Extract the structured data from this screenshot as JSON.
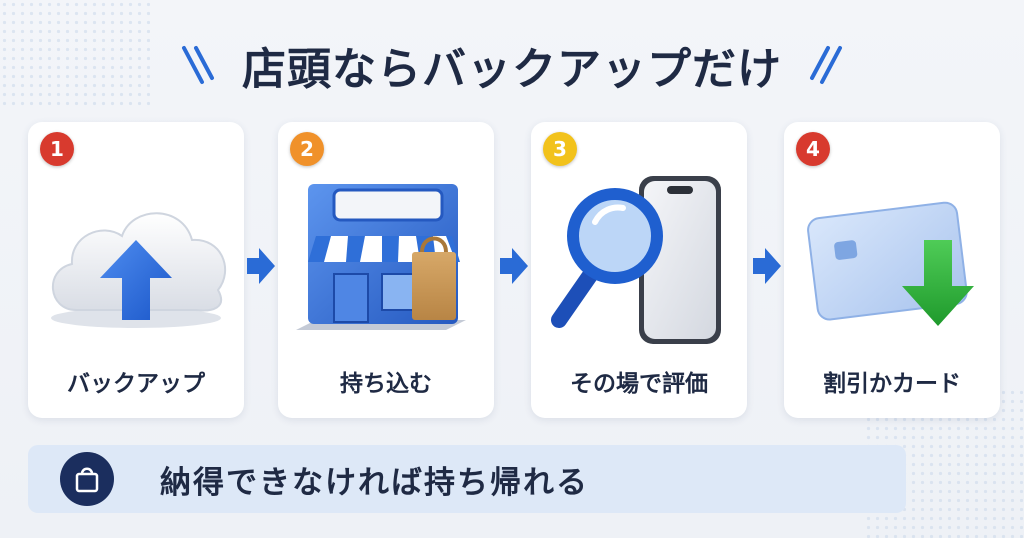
{
  "title": "店頭ならバックアップだけ",
  "steps": [
    {
      "number": "1",
      "label": "バックアップ",
      "badge_color": "#d83a2e",
      "icon": "cloud-upload-icon"
    },
    {
      "number": "2",
      "label": "持ち込む",
      "badge_color": "#f0912a",
      "icon": "store-icon"
    },
    {
      "number": "3",
      "label": "その場で評価",
      "badge_color": "#f2c21b",
      "icon": "magnifier-phone-icon"
    },
    {
      "number": "4",
      "label": "割引かカード",
      "badge_color": "#d83a2e",
      "icon": "card-download-icon"
    }
  ],
  "banner": {
    "text": "納得できなければ持ち帰れる",
    "icon": "shopping-bag-icon"
  },
  "colors": {
    "accent_blue": "#2a6bd6",
    "navy": "#1b2e5e",
    "green": "#2fae3a",
    "banner_bg": "#dde8f7"
  }
}
